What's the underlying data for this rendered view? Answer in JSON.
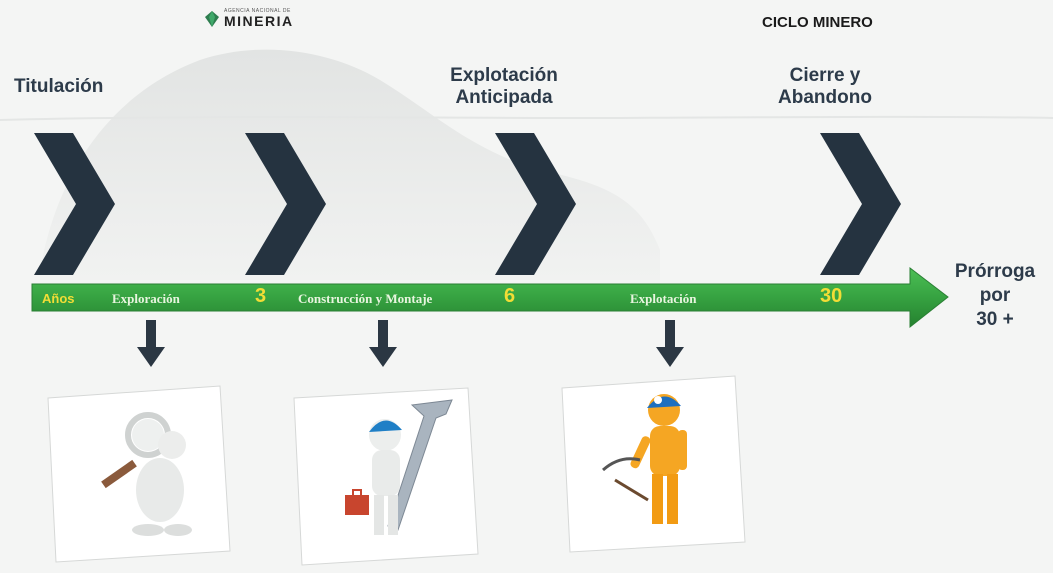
{
  "logo": {
    "agency_small": "AGENCIA NACIONAL DE",
    "agency_big": "MINERIA"
  },
  "title": "CICLO MINERO",
  "phases": {
    "titulacion": "Titulación",
    "explotacion_anticipada": [
      "Explotación",
      "Anticipada"
    ],
    "cierre": [
      "Cierre y",
      "Abandono"
    ],
    "prorroga": [
      "Prórroga",
      "por",
      "30 +"
    ]
  },
  "timeline": {
    "anos_label": "Años",
    "stages": [
      "Exploración",
      "Construcción y Montaje",
      "Explotación"
    ],
    "years": [
      "3",
      "6",
      "30"
    ]
  },
  "colors": {
    "chevron": "#253340",
    "arrow": "#39a845",
    "arrow_dark": "#2a7f34",
    "year": "#f2dd36",
    "down_arrow": "#2b3743"
  },
  "illustrations": [
    "magnifier-figure",
    "builder-figure",
    "miner-figure"
  ]
}
